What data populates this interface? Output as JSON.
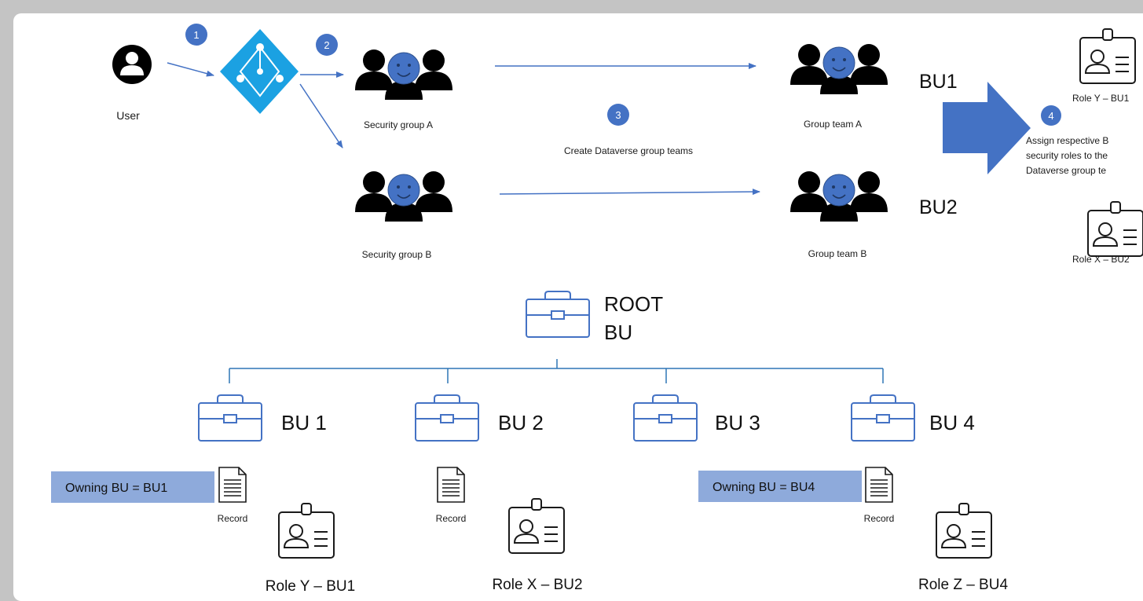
{
  "steps": [
    "1",
    "2",
    "3",
    "4"
  ],
  "user": {
    "label": "User"
  },
  "security_groups": [
    {
      "label": "Security group A"
    },
    {
      "label": "Security group B"
    }
  ],
  "group_teams": [
    {
      "label": "Group team A",
      "bu": "BU1"
    },
    {
      "label": "Group team B",
      "bu": "BU2"
    }
  ],
  "step3_label": "Create Dataverse group teams",
  "step4_lines": [
    "Assign respective B",
    "security roles to the",
    "Dataverse group te"
  ],
  "assigned_roles": [
    "Role Y – BU1",
    "Role X – BU2"
  ],
  "root": {
    "line1": "ROOT",
    "line2": "BU"
  },
  "bus": [
    "BU 1",
    "BU 2",
    "BU 3",
    "BU 4"
  ],
  "banners": [
    "Owning BU = BU1",
    "Owning BU = BU4"
  ],
  "records": [
    "Record",
    "Record",
    "Record"
  ],
  "bottom_roles": [
    "Role Y – BU1",
    "Role X – BU2",
    "Role Z – BU4"
  ],
  "colors": {
    "accent": "#4472c4",
    "banner": "#8eaadb",
    "azure_ad": "#1ba1e2",
    "connector": "#2e75b6"
  }
}
